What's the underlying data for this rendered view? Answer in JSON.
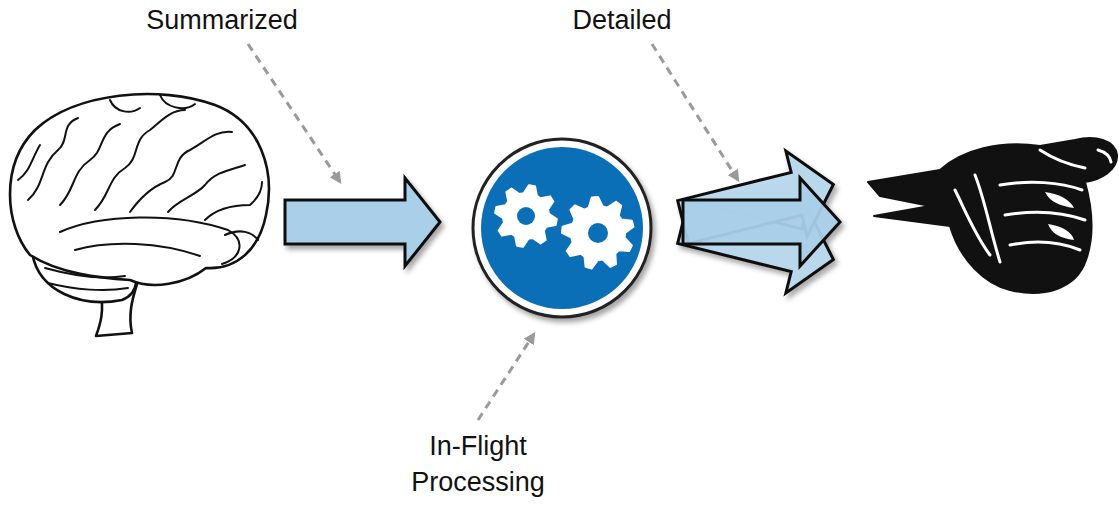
{
  "diagram": {
    "labels": [
      "Summarized",
      "Detailed",
      "In-Flight Processing"
    ]
  }
}
